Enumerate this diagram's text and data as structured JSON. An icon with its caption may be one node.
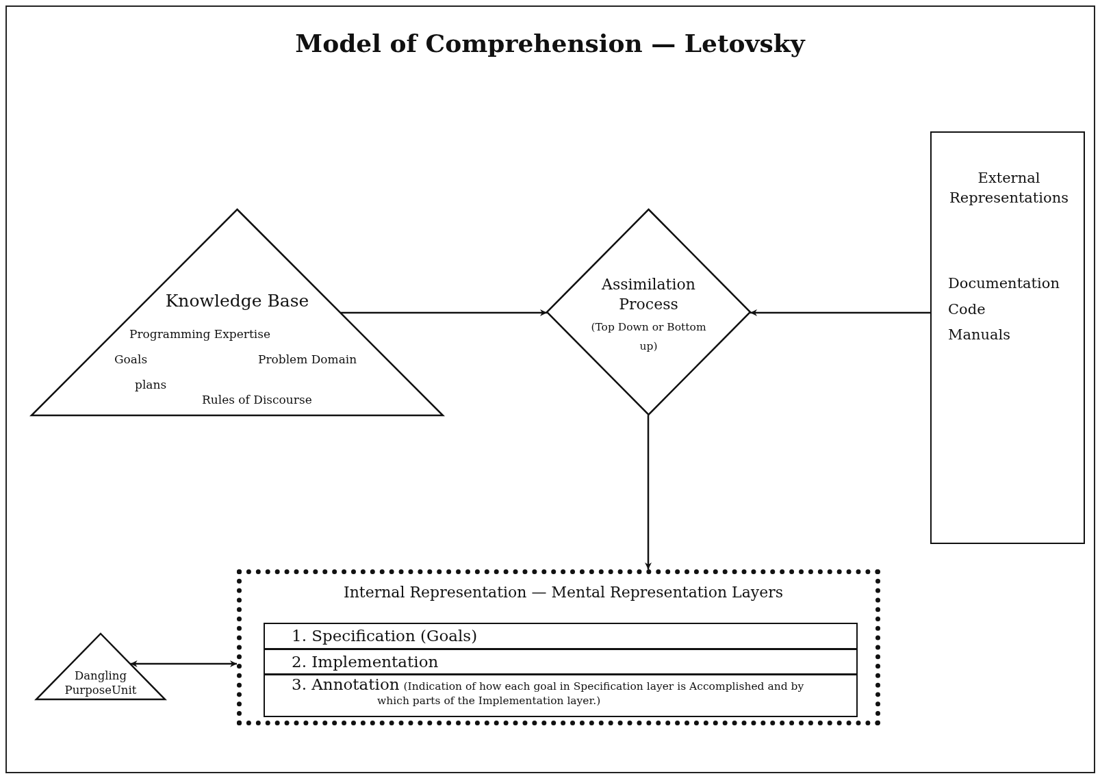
{
  "diagram": {
    "title": "Model of Comprehension — Letovsky",
    "nodes": [
      {
        "text": [
          "Knowledge Base",
          "Programming Expertise",
          "Goals",
          "Problem Domain",
          "plans",
          "Rules of Discourse"
        ]
      },
      {
        "text": [
          "Assimilation Process",
          "(Top Down or Bottom up)"
        ]
      },
      {
        "text": [
          "External Representations",
          "Documentation",
          "Code",
          "Manuals"
        ]
      },
      {
        "text": [
          "Internal Representation — Mental Representation Layers"
        ]
      },
      {
        "text": [
          "1. Specification (Goals)"
        ],
        "in": 3
      },
      {
        "text": [
          "2. Implementation"
        ],
        "in": 3
      },
      {
        "text": [
          "3. Annotation",
          "(Indication of how each goal in Specification layer is Accomplished and by which parts of the Implementation layer.)"
        ],
        "in": 3
      },
      {
        "text": [
          "Dangling PurposeUnit"
        ]
      }
    ],
    "edges": [
      {
        "from": 0,
        "to": 1,
        "arrow": "to"
      },
      {
        "from": 2,
        "to": 1,
        "arrow": "to"
      },
      {
        "from": 1,
        "to": 3,
        "arrow": "to"
      },
      {
        "from": 7,
        "to": 3,
        "arrow": "both"
      }
    ]
  }
}
